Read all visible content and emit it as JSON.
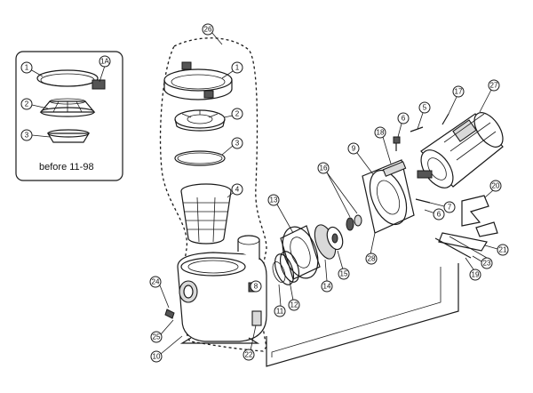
{
  "inset": {
    "caption": "before 11-98"
  },
  "callouts": [
    "1",
    "1A",
    "2",
    "3",
    "26",
    "1",
    "2",
    "3",
    "4",
    "13",
    "16",
    "9",
    "18",
    "6",
    "5",
    "17",
    "27",
    "20",
    "7",
    "6",
    "21",
    "23",
    "19",
    "28",
    "15",
    "14",
    "12",
    "11",
    "8",
    "24",
    "25",
    "10",
    "22"
  ]
}
